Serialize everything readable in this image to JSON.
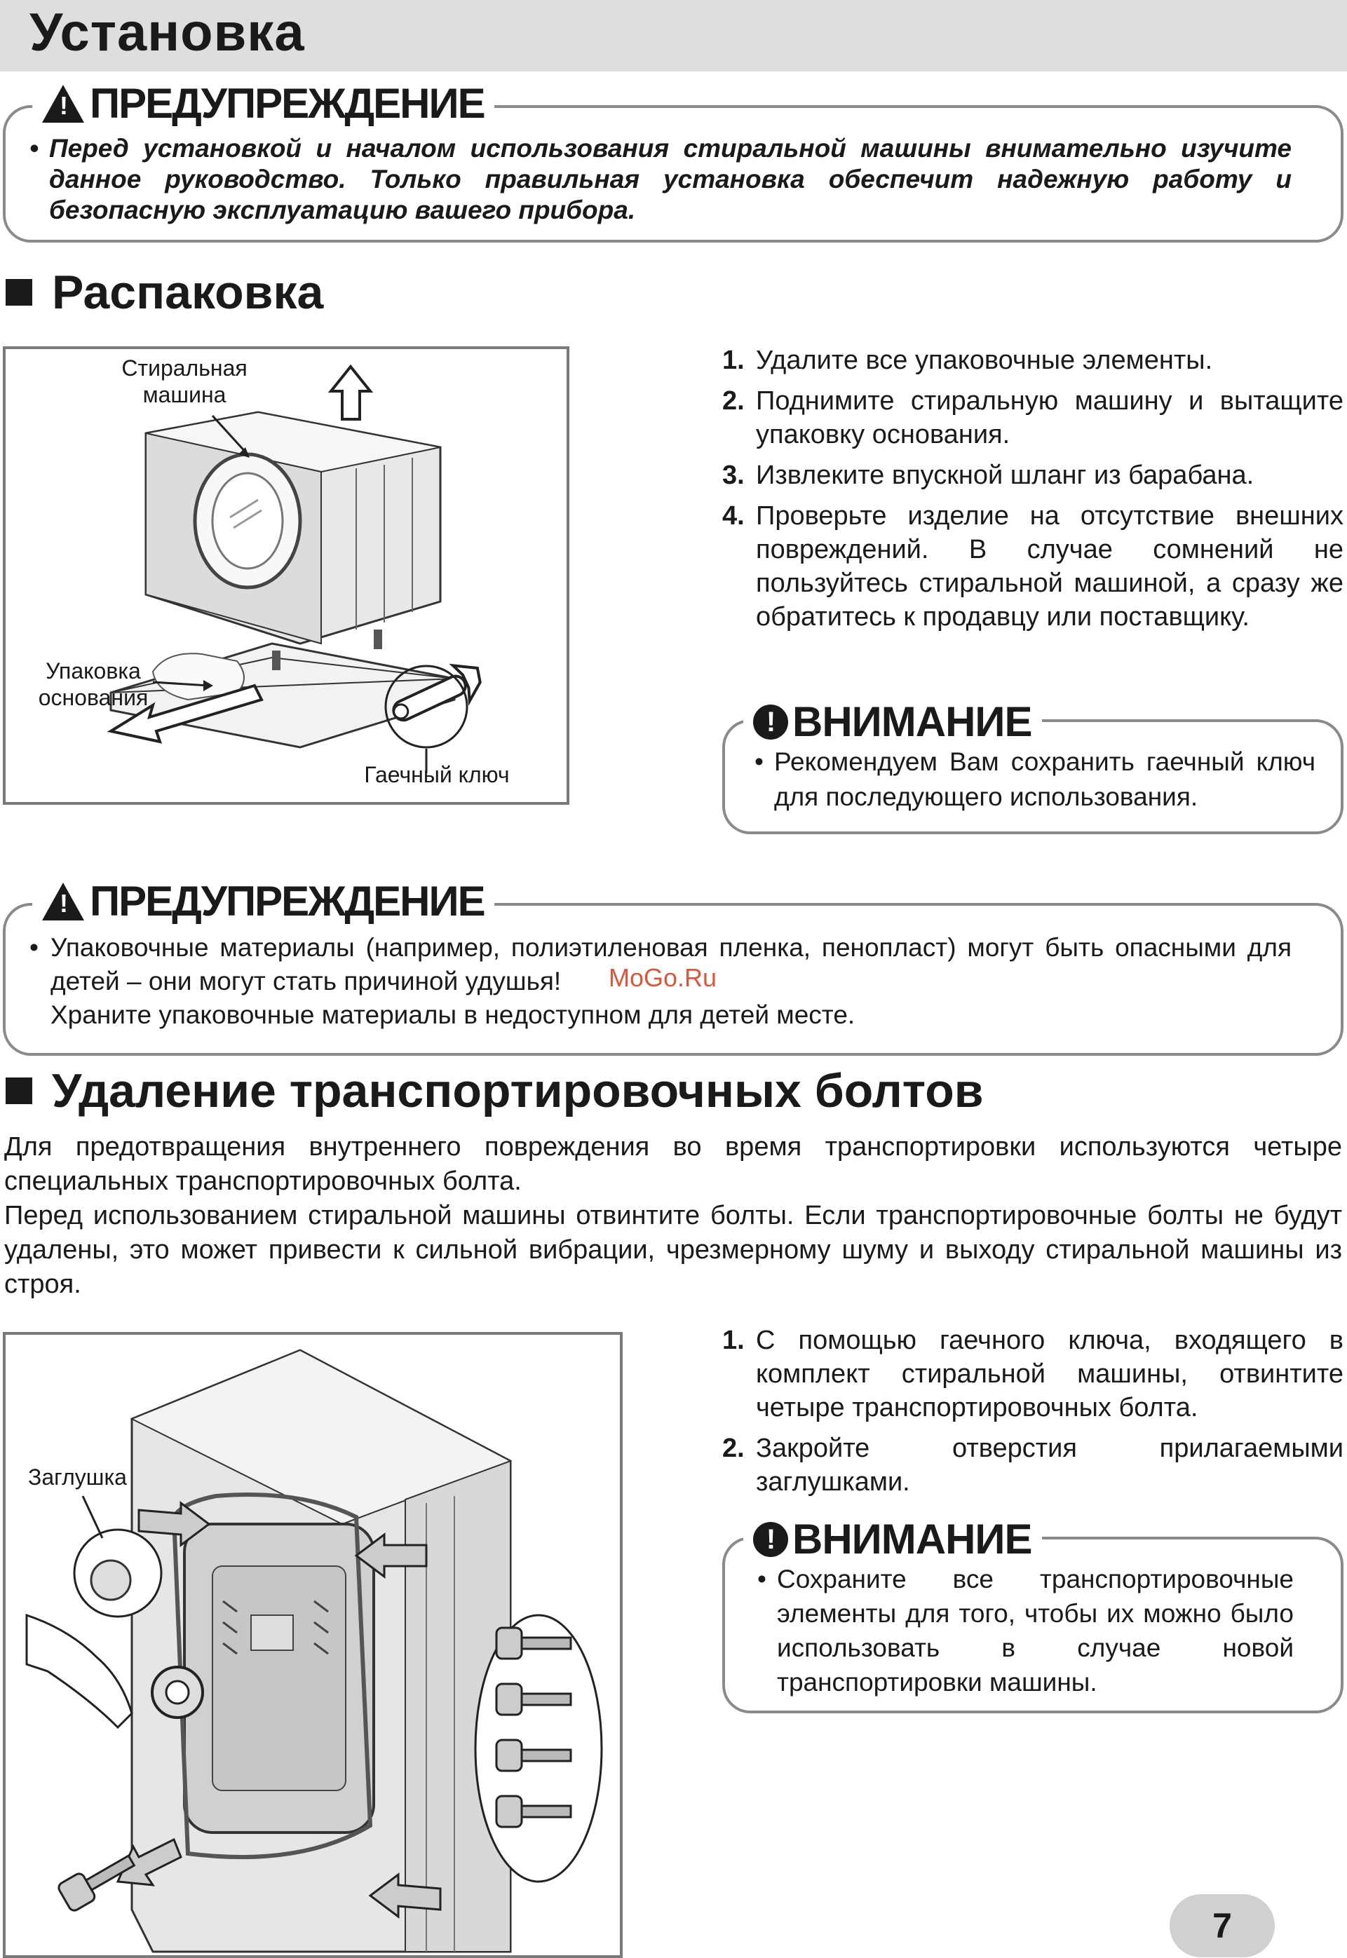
{
  "header": {
    "title": "Установка"
  },
  "warning1": {
    "heading": "ПРЕДУПРЕЖДЕНИЕ",
    "text": "Перед установкой и началом использования стиральной машины внимательно изучите данное руководство. Только правильная установка обеспечит надежную работу и безопасную эксплуатацию вашего прибора."
  },
  "unpacking": {
    "title": "Распаковка",
    "figure": {
      "label_machine": "Стиральная машина",
      "label_base": "Упаковка основания",
      "label_wrench": "Гаечный ключ"
    },
    "steps": [
      {
        "num": "1.",
        "text": "Удалите все упаковочные элементы."
      },
      {
        "num": "2.",
        "text": "Поднимите стиральную машину и вытащите упаковку основания."
      },
      {
        "num": "3.",
        "text": "Извлеките впускной шланг из барабана."
      },
      {
        "num": "4.",
        "text": "Проверьте изделие на отсутствие внешних повреждений. В случае сомнений не пользуйтесь стиральной машиной, а сразу же обратитесь к продавцу или поставщику."
      }
    ],
    "caution": {
      "heading": "ВНИМАНИЕ",
      "text": "Рекомендуем Вам сохранить гаечный ключ для последующего использования."
    }
  },
  "warning2": {
    "heading": "ПРЕДУПРЕЖДЕНИЕ",
    "line1": "Упаковочные материалы (например, полиэтиленовая пленка, пенопласт) могут быть опасными для детей – они могут стать причиной удушья!",
    "line2": "Храните упаковочные материалы в недоступном для детей месте.",
    "watermark": "MoGo.Ru"
  },
  "bolts": {
    "title": "Удаление транспортировочных болтов",
    "paragraph1": "Для предотвращения внутреннего повреждения во время транспортировки используются четыре специальных транспортировочных болта.",
    "paragraph2": "Перед использованием стиральной машины отвинтите болты. Если транспортировочные болты не будут удалены, это  может привести к сильной вибрации, чрезмерному шуму и выходу стиральной машины из строя.",
    "figure": {
      "label_plug": "Заглушка"
    },
    "steps": [
      {
        "num": "1.",
        "text": "С помощью гаечного ключа, входящего в комплект стиральной машины, отвинтите четыре транспортировочных болта."
      },
      {
        "num": "2.",
        "text": "Закройте отверстия прилагаемыми заглушками."
      }
    ],
    "caution": {
      "heading": "ВНИМАНИЕ",
      "text": "Сохраните все транспортировочные элементы для того, чтобы их можно было использовать в случае новой транспортировки машины."
    }
  },
  "page_number": "7"
}
